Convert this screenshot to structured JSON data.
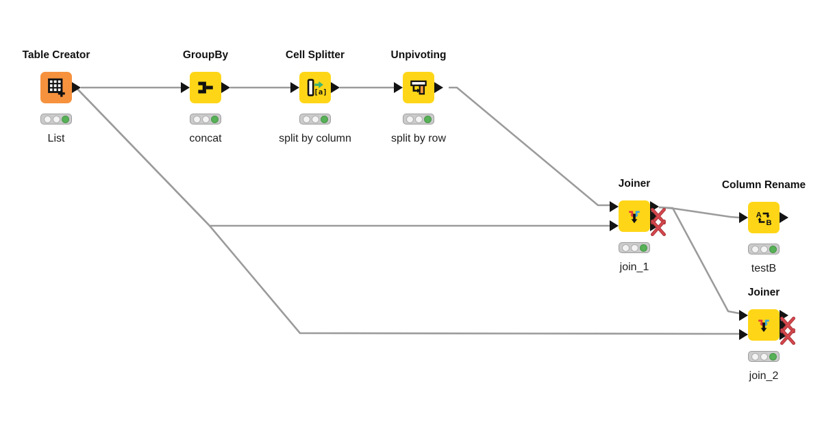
{
  "colors": {
    "node_yellow": "#ffd617",
    "node_orange": "#f6923e",
    "wire_gray": "#9b9b9b",
    "status_green": "#57b157",
    "port_black": "#141414",
    "x_red": "#cf4046",
    "icon_green_arrow": "#3db273",
    "icon_orange_bar": "#f49b40",
    "joiner_red_arrow": "#e0393e",
    "joiner_blue_arrow": "#3ea7dd"
  },
  "nodes": [
    {
      "title": "Table Creator",
      "label": "List",
      "icon": "table-create-icon",
      "lights": [
        "off",
        "off",
        "green"
      ]
    },
    {
      "title": "GroupBy",
      "label": "concat",
      "icon": "groupby-icon",
      "lights": [
        "off",
        "off",
        "green"
      ]
    },
    {
      "title": "Cell Splitter",
      "label": "split by column",
      "icon": "cell-splitter-icon",
      "lights": [
        "off",
        "off",
        "green"
      ]
    },
    {
      "title": "Unpivoting",
      "label": "split by row",
      "icon": "unpivoting-icon",
      "lights": [
        "off",
        "off",
        "green"
      ]
    },
    {
      "title": "Joiner",
      "label": "join_1",
      "icon": "joiner-icon",
      "lights": [
        "off",
        "off",
        "green"
      ],
      "disabled_output_ports": [
        2,
        3
      ]
    },
    {
      "title": "Column Rename",
      "label": "testB",
      "icon": "column-rename-icon",
      "lights": [
        "off",
        "off",
        "green"
      ]
    },
    {
      "title": "Joiner",
      "label": "join_2",
      "icon": "joiner-icon",
      "lights": [
        "off",
        "off",
        "green"
      ],
      "disabled_output_ports": [
        2,
        3
      ]
    }
  ],
  "cell_splitter_icon_text": "[a]",
  "column_rename_icon_letters": {
    "from": "A",
    "to": "B"
  },
  "connections": [
    {
      "from": "Table Creator",
      "to": "GroupBy"
    },
    {
      "from": "GroupBy",
      "to": "Cell Splitter"
    },
    {
      "from": "Cell Splitter",
      "to": "Unpivoting"
    },
    {
      "from": "Unpivoting",
      "to": "Joiner join_1 input 1"
    },
    {
      "from": "Table Creator",
      "to": "Joiner join_1 input 2"
    },
    {
      "from": "Table Creator",
      "to": "Joiner join_2 input 2"
    },
    {
      "from": "Joiner join_1",
      "to": "Column Rename"
    },
    {
      "from": "Joiner join_1",
      "to": "Joiner join_2 input 1"
    }
  ]
}
